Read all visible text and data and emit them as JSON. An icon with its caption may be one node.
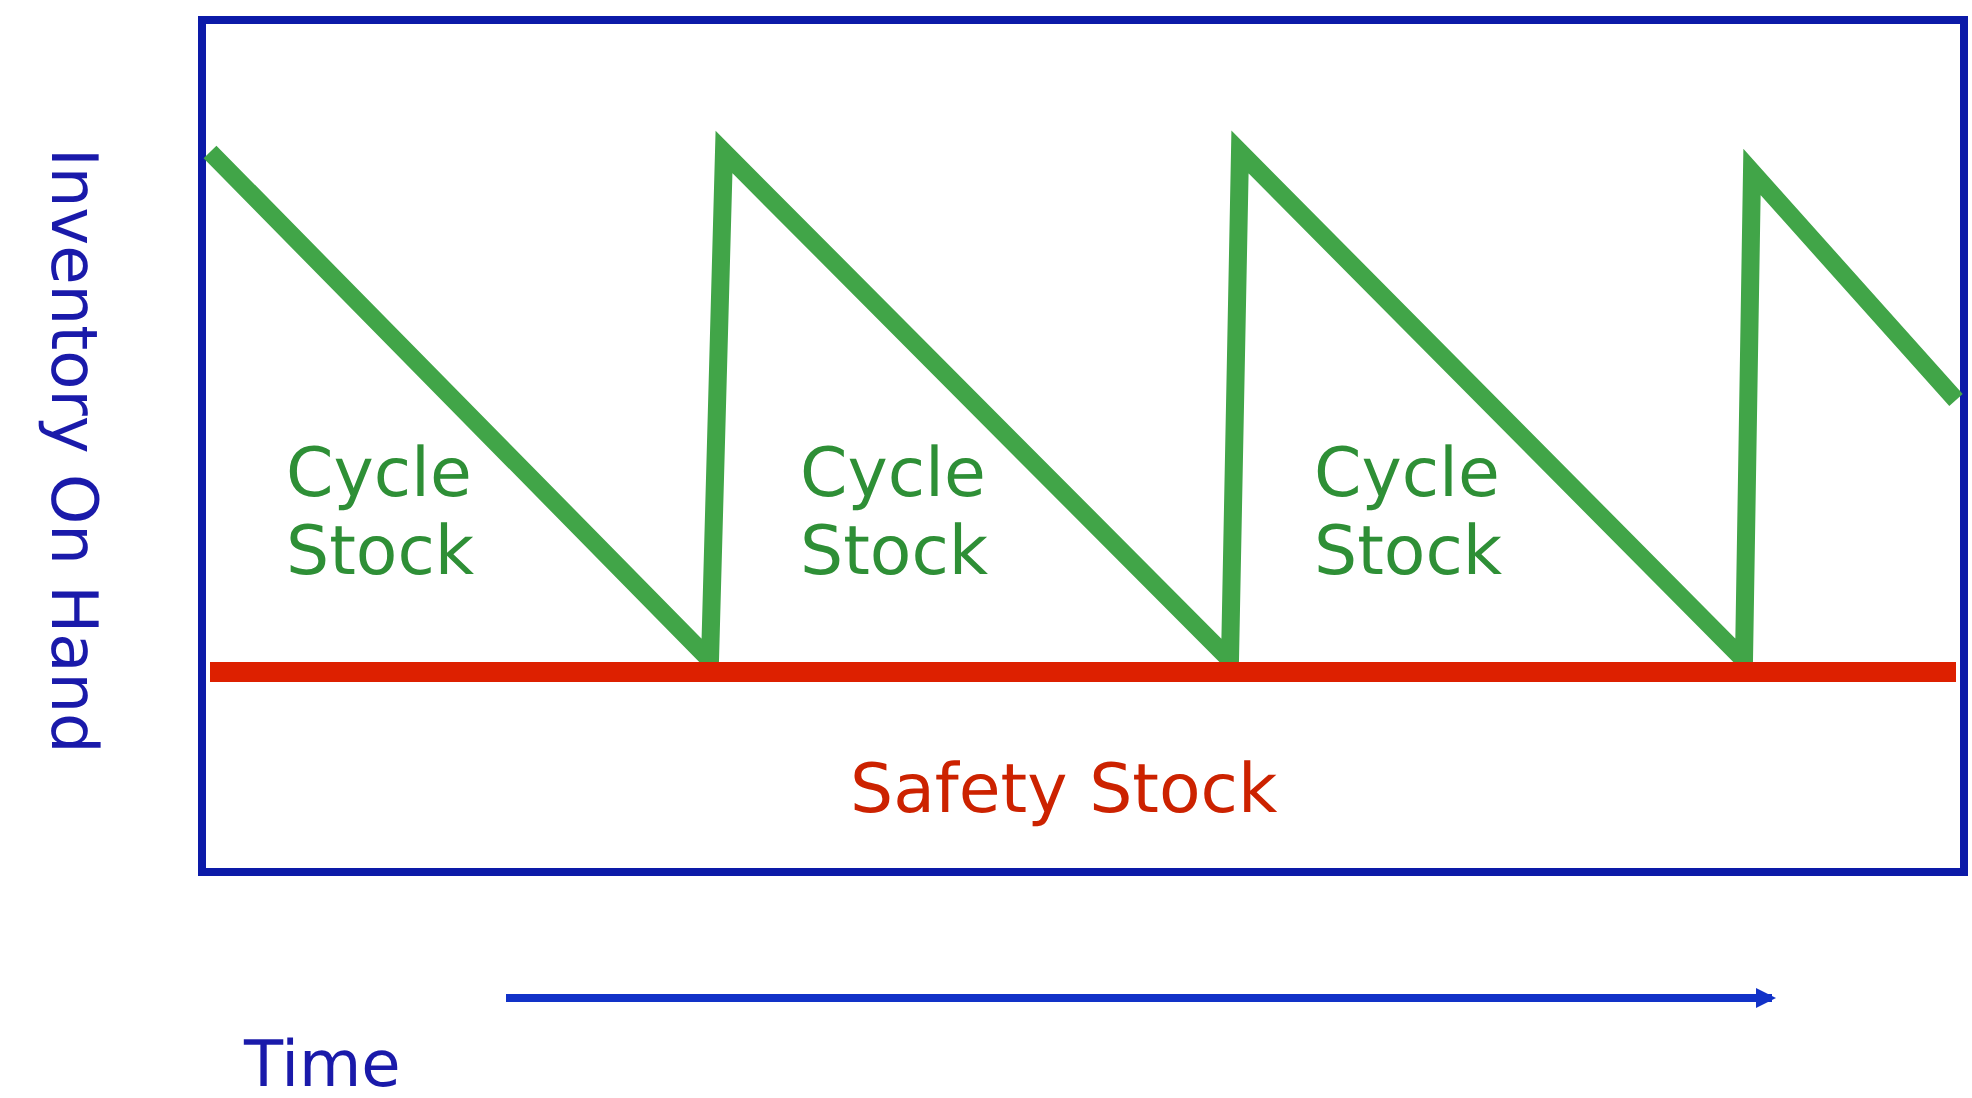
{
  "diagram": {
    "labels": [
      "Inventory On Hand",
      "Cycle Stock",
      "Cycle Stock",
      "Cycle Stock",
      "Safety Stock",
      "Time"
    ]
  }
}
